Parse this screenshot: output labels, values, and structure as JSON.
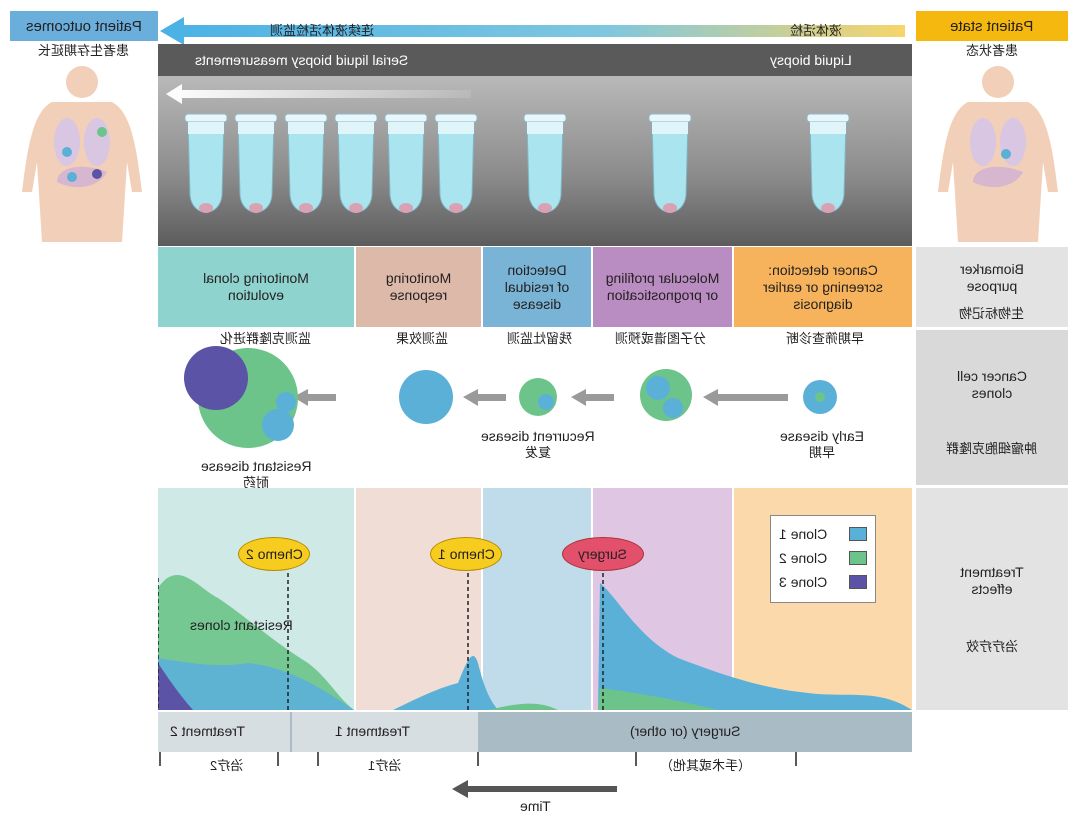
{
  "header": {
    "patient_outcomes": "Patient outcomes",
    "patient_outcomes_cn": "患者生存期延长",
    "patient_state": "Patient state",
    "patient_state_cn": "患者状态",
    "arrow_cn_left": "连续液体活检监测",
    "arrow_cn_right": "液体活检"
  },
  "tube_strip": {
    "serial_label": "Serial liquid biopsy measurements",
    "single_label": "Liquid biopsy",
    "tube_count": 9
  },
  "row_labels": {
    "biomarker": "Biomarker purpose",
    "biomarker_cn": "生物标记物",
    "clones": "Cancer cell clones",
    "clones_cn": "肿瘤细胞克隆群",
    "treatment": "Treatment effects",
    "treatment_cn": "治疗疗效"
  },
  "purposes": [
    {
      "label": "Monitoring clonal evolution",
      "cn": "监测克隆群进化",
      "color": "#8fd3cf"
    },
    {
      "label": "Monitoring response",
      "cn": "监测效果",
      "color": "#dcb9a9"
    },
    {
      "label": "Detection of residual disease",
      "cn": "残留灶监测",
      "color": "#79b4d6"
    },
    {
      "label": "Molecular profiling or prognostication",
      "cn": "分子图谱或预测",
      "color": "#b98dc1"
    },
    {
      "label": "Cancer detection: screening or earlier diagnosis",
      "cn": "早期筛查诊断",
      "color": "#f6b35b"
    }
  ],
  "clone_stages": {
    "resistant": "Resistant disease",
    "resistant_cn": "耐药",
    "recurrent": "Recurrent disease",
    "recurrent_cn": "复发",
    "early": "Early disease",
    "early_cn": "早期"
  },
  "treatment_panel": {
    "chemo2": "Chemo 2",
    "chemo1": "Chemo 1",
    "surgery": "Surgery",
    "resistant_clones": "Resistant clones",
    "legend": [
      {
        "name": "Clone 1",
        "color": "#5bb0d8"
      },
      {
        "name": "Clone 2",
        "color": "#6cc48a"
      },
      {
        "name": "Clone 3",
        "color": "#5b54a6"
      }
    ]
  },
  "timeline": {
    "treatment2": "Treatment 2",
    "treatment1": "Treatment 1",
    "surgery_other": "Surgery (or other)",
    "treatment2_cn": "治疗2",
    "treatment1_cn": "治疗1",
    "surgery_cn": "（手术或其他）",
    "time": "Time"
  },
  "colors": {
    "band_dark": "#5a5a5a",
    "gray_row": "#d9d9d9",
    "patient_state_bg": "#f5b80e",
    "patient_outcomes_bg": "#6aaedc"
  }
}
